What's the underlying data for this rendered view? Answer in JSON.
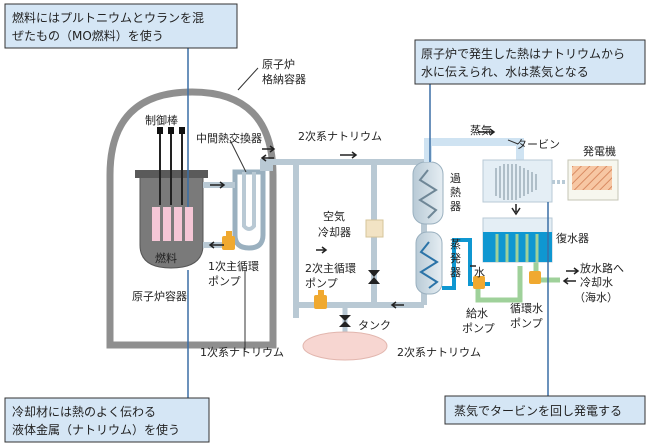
{
  "callouts": {
    "fuel": [
      "燃料にはプルトニウムとウランを混",
      "ぜたもの（MO燃料）を使う"
    ],
    "coolant": [
      "冷却材には熱のよく伝わる",
      "液体金属（ナトリウム）を使う"
    ],
    "heat_transfer": [
      "原子炉で発生した熱はナトリウムから",
      "水に伝えられ、水は蒸気となる"
    ],
    "turbine": "蒸気でタービンを回し発電する"
  },
  "labels": {
    "containment": [
      "原子炉",
      "格納容器"
    ],
    "control_rod": "制御棒",
    "ihx": "中間熱交換器",
    "fuel": "燃料",
    "vessel": "原子炉容器",
    "primary_pump": [
      "1次主循環",
      "ポンプ"
    ],
    "primary_sodium": "1次系ナトリウム",
    "secondary_sodium_top": "2次系ナトリウム",
    "air_cooler": [
      "空気",
      "冷却器"
    ],
    "secondary_pump": [
      "2次主循環",
      "ポンプ"
    ],
    "tank": "タンク",
    "secondary_sodium_bottom": "2次系ナトリウム",
    "superheater": [
      "過",
      "熱",
      "器"
    ],
    "evaporator": [
      "蒸",
      "発",
      "器"
    ],
    "steam": "蒸気",
    "turbine": "タービン",
    "generator": "発電機",
    "condenser": "復水器",
    "water": "水",
    "feed_pump": [
      "給水",
      "ポンプ"
    ],
    "circ_pump": [
      "循環水",
      "ポンプ"
    ],
    "discharge": [
      "放水路へ",
      "冷却水",
      "（海水）"
    ]
  },
  "colors": {
    "callout_bg": "#d5e6f5",
    "sodium_pipe": "#b9c9d4",
    "steam_pipe": "#cfe3f2",
    "water_blue": "#0f97d1",
    "feed_green": "#9fd19a",
    "fuel_pink": "#f5c6d6",
    "pump_orange": "#f0a930",
    "tank_pink": "#f7d6d1",
    "generator_pink": "#f7c7a3"
  },
  "icons": [
    "valve-icon",
    "flow-arrow-icon",
    "pump-icon"
  ]
}
